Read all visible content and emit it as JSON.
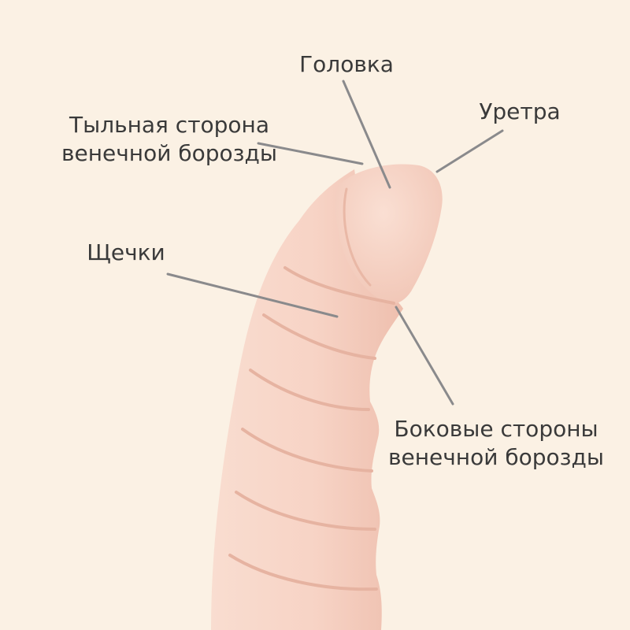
{
  "diagram": {
    "background": "#fbf1e4",
    "skin_color": "#f7d2c4",
    "leader_color": "#8a8a8c",
    "labels": {
      "glans": "Головка",
      "dorsal_line1": "Тыльная сторона",
      "dorsal_line2": "венечной борозды",
      "urethra": "Уретра",
      "cheeks": "Щечки",
      "lateral_line1": "Боковые стороны",
      "lateral_line2": "венечной борозды"
    }
  }
}
